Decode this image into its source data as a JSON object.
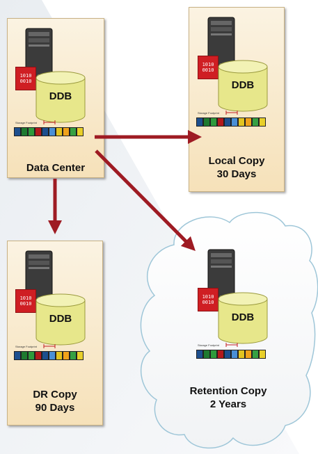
{
  "nodes": {
    "data_center": {
      "db": "DDB",
      "label": [
        "Data Center"
      ]
    },
    "local_copy": {
      "db": "DDB",
      "label": [
        "Local Copy",
        "30 Days"
      ]
    },
    "dr_copy": {
      "db": "DDB",
      "label": [
        "DR Copy",
        "90 Days"
      ]
    },
    "retention_copy": {
      "db": "DDB",
      "label": [
        "Retention Copy",
        "2 Years"
      ]
    }
  },
  "binary_text": [
    "1010",
    "0010"
  ],
  "storage_footprint_caption": "Storage Footprint",
  "footprint_colors": [
    "#1d4f8e",
    "#1f7a30",
    "#2e9a3c",
    "#b3191c",
    "#1d4f8e",
    "#4a8fd6",
    "#e2c421",
    "#f0a21b",
    "#36a043",
    "#e8cf2a"
  ],
  "colors": {
    "panel_fill": "#f6e1b9",
    "arrow": "#9e1b23",
    "cylinder": "#e7e78b",
    "cloud_stroke": "#9ec6d8"
  }
}
